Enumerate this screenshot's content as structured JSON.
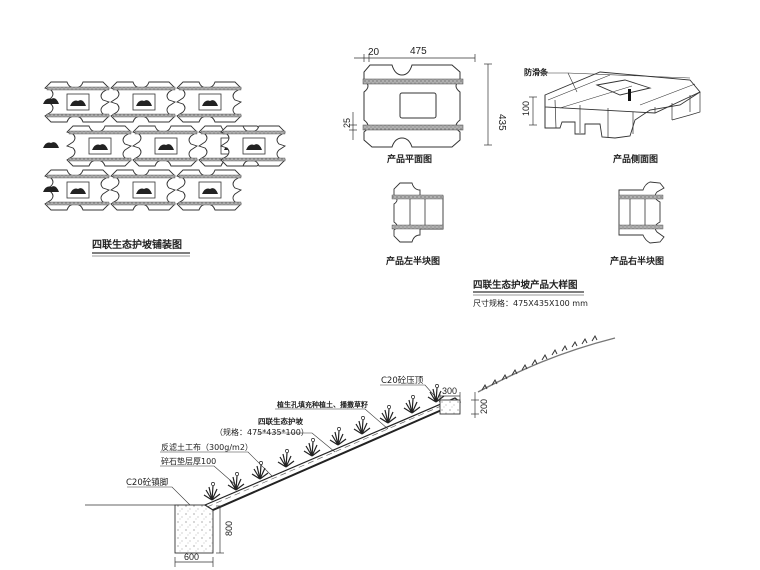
{
  "paving_plan": {
    "title": "四联生态护坡铺装图"
  },
  "detail_views": {
    "plan_view": {
      "title": "产品平面图",
      "dims": {
        "width": "475",
        "edge": "20",
        "height": "435",
        "strip": "25"
      }
    },
    "side_view": {
      "title": "产品侧面图",
      "callout": "防滑条",
      "dims": {
        "height": "100"
      }
    },
    "left_half": {
      "title": "产品左半块图"
    },
    "right_half": {
      "title": "产品右半块图"
    },
    "product_title": "四联生态护坡产品大样图",
    "size_spec": "尺寸规格：475X435X100 mm"
  },
  "section": {
    "labels": {
      "top_cap": "C20砼压顶",
      "planting": "植生孔填充种植土、播撒草籽",
      "block_name": "四联生态护坡",
      "block_spec": "（规格：475*435*100）",
      "geotextile": "反滤土工布（300g/m2）",
      "gravel": "碎石垫层厚100",
      "toe": "C20砼镇脚"
    },
    "dims": {
      "cap_width": "300",
      "cap_height": "200",
      "toe_height": "800",
      "toe_width": "600"
    }
  },
  "colors": {
    "ink": "#222222",
    "hatch": "#8a8a8a",
    "paper": "#ffffff"
  }
}
